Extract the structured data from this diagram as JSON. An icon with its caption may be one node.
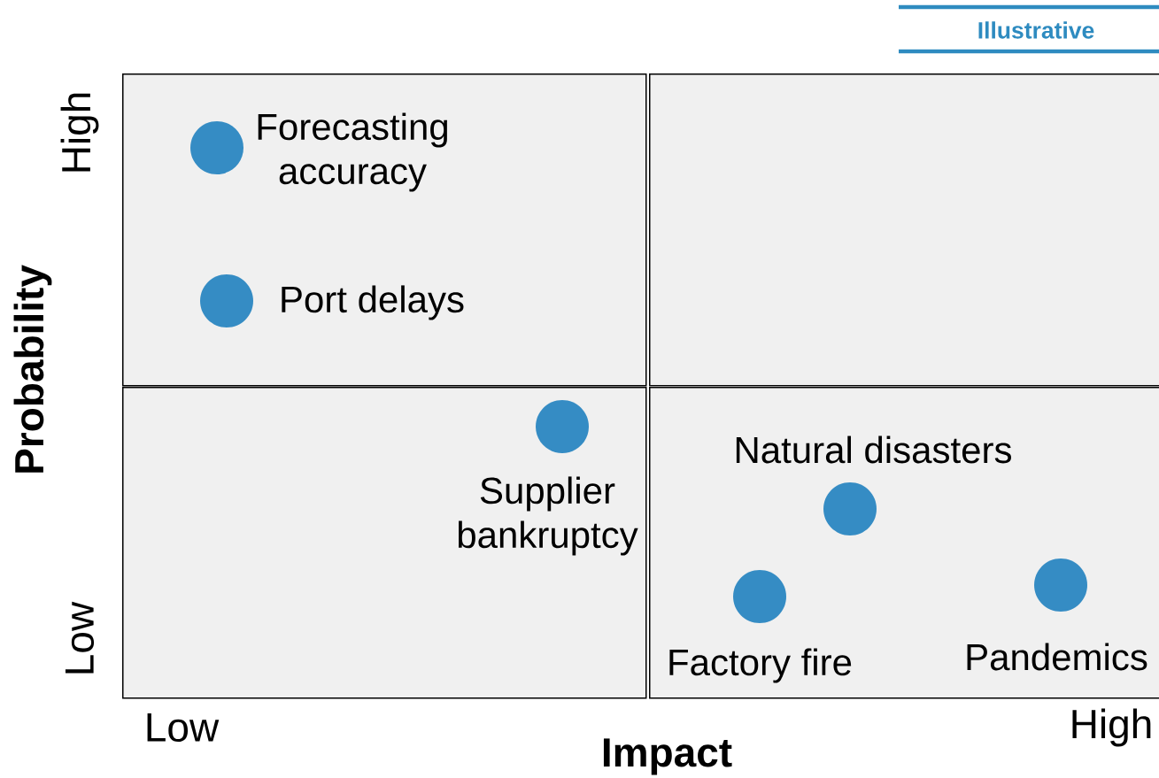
{
  "diagram": {
    "nodes": [
      {
        "text": [],
        "shape": "box"
      },
      {
        "text": [],
        "shape": "box"
      },
      {
        "text": [],
        "shape": "box"
      },
      {
        "text": [],
        "shape": "box"
      },
      {
        "text": [],
        "shape": "circle",
        "in": 0,
        "beside": [
          "Forecasting accuracy"
        ]
      },
      {
        "text": [],
        "shape": "circle",
        "in": 0,
        "beside": [
          "Port delays"
        ]
      },
      {
        "text": [],
        "shape": "circle",
        "in": 2,
        "beside": [
          "Supplier bankruptcy"
        ]
      },
      {
        "text": [],
        "shape": "circle",
        "in": 3,
        "beside": [
          "Natural disasters"
        ]
      },
      {
        "text": [],
        "shape": "circle",
        "in": 3,
        "beside": [
          "Factory fire"
        ]
      },
      {
        "text": [],
        "shape": "circle",
        "in": 3,
        "beside": [
          "Pandemics"
        ]
      }
    ],
    "labels": [
      "Illustrative",
      "High",
      "Probability",
      "Low",
      "Low",
      "Impact",
      "High"
    ]
  }
}
